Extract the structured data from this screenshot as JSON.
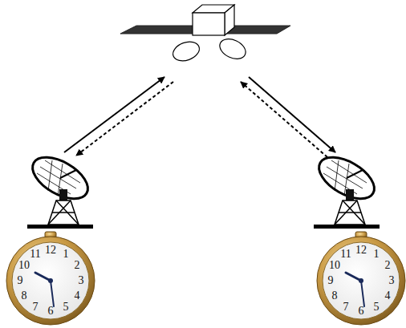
{
  "diagram": {
    "labels": [
      "12",
      "1",
      "2",
      "3",
      "4",
      "5",
      "6",
      "7",
      "8",
      "9",
      "10",
      "11",
      "12",
      "1",
      "2",
      "3",
      "4",
      "5",
      "6",
      "7",
      "8",
      "9",
      "10",
      "11"
    ]
  }
}
